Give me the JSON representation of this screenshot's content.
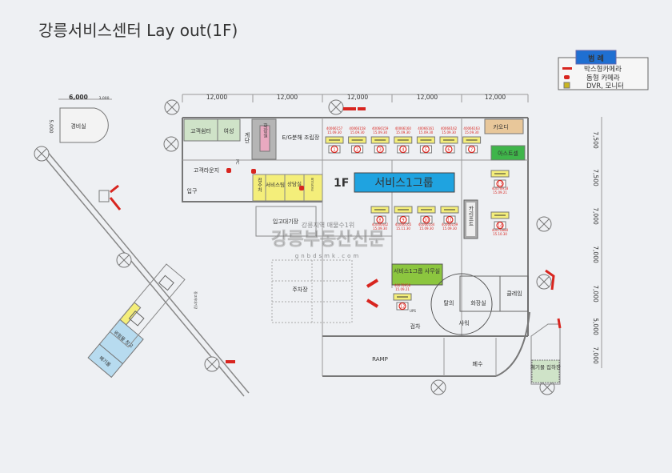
{
  "title": "강릉서비스센터 Lay out(1F)",
  "legend": {
    "header": "범 례",
    "items": [
      "박스형카메라",
      "돔형 카메라",
      "DVR, 모니터"
    ]
  },
  "dimensions": {
    "top": [
      "12,000",
      "12,000",
      "12,000",
      "12,000",
      "12,000"
    ],
    "right": [
      "7,500",
      "7,500",
      "7,000",
      "7,000",
      "7,000",
      "5,000",
      "7,000"
    ],
    "guard_top": [
      "6,000",
      "3,000"
    ],
    "guard_side": "5,000"
  },
  "rooms": {
    "customer_rest": "고객쉼터",
    "women": "여성",
    "stairs": "계단",
    "restroom_top": "화장실",
    "eg_room": "E/G분해 조립장",
    "caody": "카오디",
    "astcell": "아스트셀",
    "pc": "PC",
    "lounge": "고객라운지",
    "entrance": "입구",
    "reception": "접수처",
    "service_team": "서비스팀",
    "consult": "상담실",
    "whiteboard": "화이트보드",
    "floor": "1F",
    "group": "서비스1그룹",
    "waiting": "입고대기장",
    "car_lift": "카리프트",
    "parking": "주차장",
    "office": "서비스1그룹 사무실",
    "changing": "탈의",
    "restroom": "화장실",
    "claim": "클레임",
    "inspection": "검차",
    "shower": "샤워",
    "ramp": "RAMP",
    "wastewater": "폐수",
    "waste_yard": "폐기물 집하장",
    "guard": "경비실",
    "hazard": "위험물 창고",
    "waste": "폐기물",
    "used_car": "중고차대기장",
    "ups": "UPS"
  },
  "bays_top": [
    {
      "num": "1",
      "code": "40066157",
      "date": "15.09.30"
    },
    {
      "num": "2",
      "code": "40066158",
      "date": "15.09.30"
    },
    {
      "num": "3",
      "code": "40066159",
      "date": "15.09.30"
    },
    {
      "num": "4",
      "code": "40066160",
      "date": "15.09.30"
    },
    {
      "num": "5",
      "code": "40066161",
      "date": "15.09.30"
    },
    {
      "num": "6",
      "code": "40066162",
      "date": "15.09.30"
    },
    {
      "num": "7",
      "code": "40066163",
      "date": "15.09.30"
    }
  ],
  "bays_bottom": [
    {
      "num": "8",
      "code": "40066442",
      "date": "15.09.30"
    },
    {
      "num": "9",
      "code": "40066165",
      "date": "15.11.30"
    },
    {
      "num": "10",
      "code": "40066164",
      "date": "15.09.30"
    },
    {
      "num": "11",
      "code": "40066169",
      "date": "15.09.30"
    }
  ],
  "bays_right": [
    {
      "num": "13",
      "code": "40078918",
      "date": "15.09.21"
    },
    {
      "num": "14",
      "code": "40070880",
      "date": "15.10.30"
    }
  ],
  "bay_office": {
    "num": "12",
    "code": "40078958",
    "date": "15.09.21"
  },
  "watermark": {
    "line1": "강릉지역 매물수1위",
    "line2": "강릉부동산신문",
    "line3": "gnbdsmk.com"
  },
  "colors": {
    "green": "#a8d08d",
    "lightgreen": "#cfe3c8",
    "yellow": "#f4ee7a",
    "blue": "#1fa3e0",
    "red": "#d8251f",
    "tan": "#e8c79a",
    "gray": "#a9a9a9",
    "lightblue": "#b7dbef"
  }
}
